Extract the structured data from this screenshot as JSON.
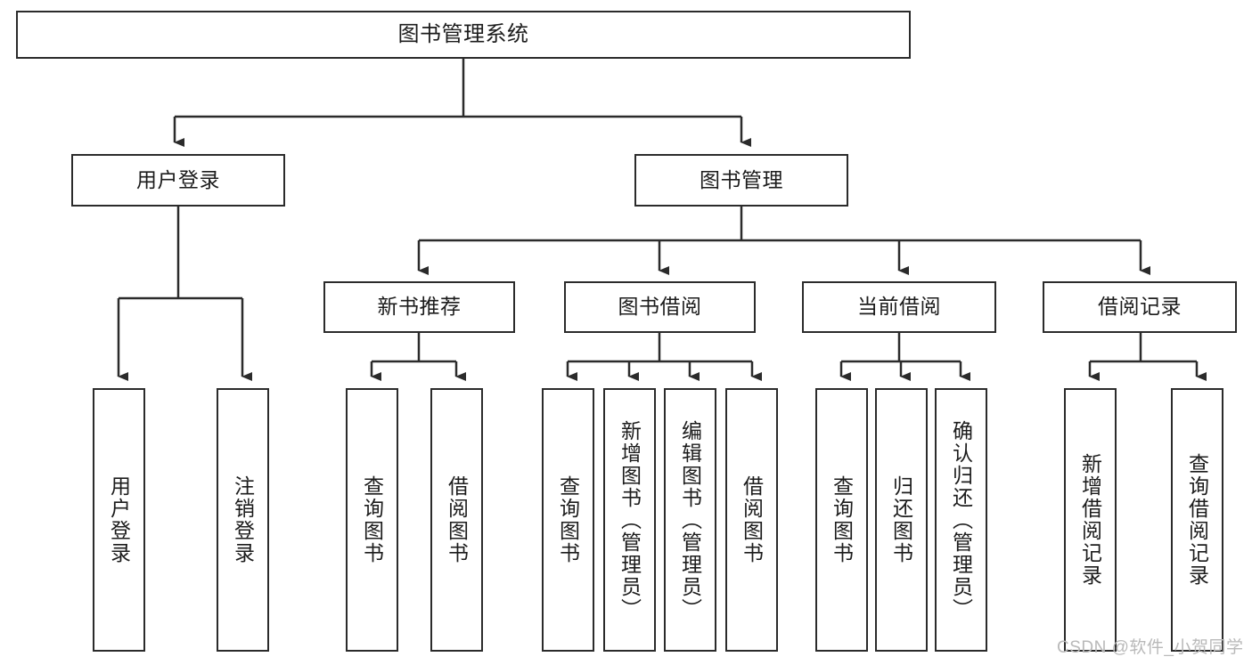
{
  "diagram": {
    "type": "tree",
    "title": "图书管理系统",
    "watermark": "CSDN @软件_小贺同学",
    "colors": {
      "stroke": "#2b2b2b",
      "fill": "#ffffff",
      "text": "#1c1c1c",
      "watermark": "#b9b9b9"
    },
    "levels": {
      "root": {
        "label": "图书管理系统"
      },
      "level1": [
        {
          "label": "用户登录"
        },
        {
          "label": "图书管理"
        }
      ],
      "level2": [
        {
          "label": "新书推荐"
        },
        {
          "label": "图书借阅"
        },
        {
          "label": "当前借阅"
        },
        {
          "label": "借阅记录"
        }
      ],
      "leaves": [
        {
          "label": "用户登录",
          "parent": "用户登录"
        },
        {
          "label": "注销登录",
          "parent": "用户登录"
        },
        {
          "label": "查询图书",
          "parent": "新书推荐"
        },
        {
          "label": "借阅图书",
          "parent": "新书推荐"
        },
        {
          "label": "查询图书",
          "parent": "图书借阅"
        },
        {
          "label": "新增图书（管理员）",
          "parent": "图书借阅"
        },
        {
          "label": "编辑图书（管理员）",
          "parent": "图书借阅"
        },
        {
          "label": "借阅图书",
          "parent": "图书借阅"
        },
        {
          "label": "查询图书",
          "parent": "当前借阅"
        },
        {
          "label": "归还图书",
          "parent": "当前借阅"
        },
        {
          "label": "确认归还（管理员）",
          "parent": "当前借阅"
        },
        {
          "label": "新增借阅记录",
          "parent": "借阅记录"
        },
        {
          "label": "查询借阅记录",
          "parent": "借阅记录"
        }
      ]
    }
  }
}
